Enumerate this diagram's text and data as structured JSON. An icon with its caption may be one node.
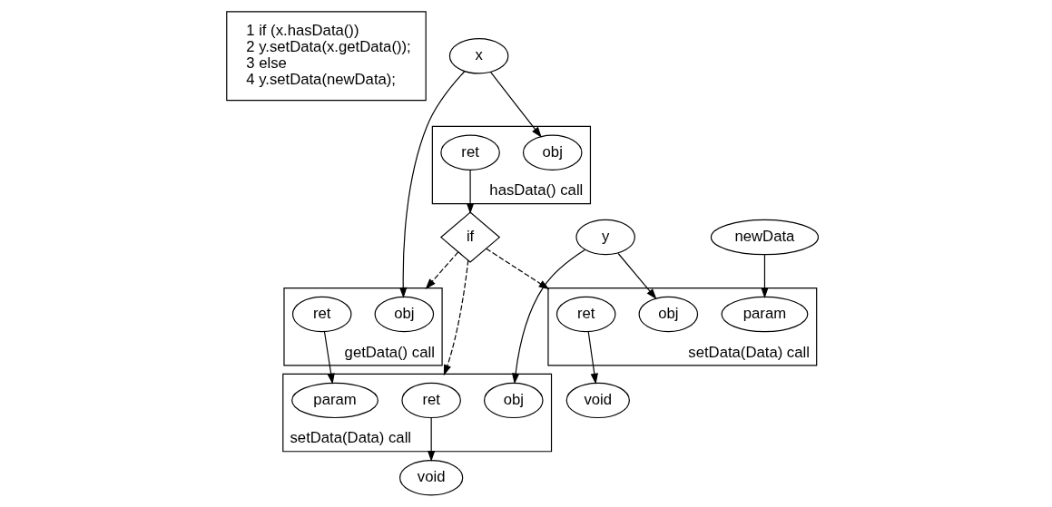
{
  "diagram": {
    "nodes": [
      {
        "text": [
          "1 if (x.hasData())",
          "2 y.setData(x.getData());",
          "3 else",
          "4 y.setData(newData);"
        ]
      },
      {
        "text": [
          "hasData() call"
        ]
      },
      {
        "text": [
          "ret"
        ],
        "in": 1
      },
      {
        "text": [
          "obj"
        ],
        "in": 1
      },
      {
        "text": [
          "x"
        ]
      },
      {
        "text": [
          "if"
        ]
      },
      {
        "text": [
          "getData() call"
        ]
      },
      {
        "text": [
          "ret"
        ],
        "in": 6
      },
      {
        "text": [
          "obj"
        ],
        "in": 6
      },
      {
        "text": [
          "newData"
        ]
      },
      {
        "text": [
          "y"
        ]
      },
      {
        "text": [
          "setData(Data) call"
        ]
      },
      {
        "text": [
          "param"
        ],
        "in": 11
      },
      {
        "text": [
          "ret"
        ],
        "in": 11
      },
      {
        "text": [
          "obj"
        ],
        "in": 11
      },
      {
        "text": [
          "setData(Data) call"
        ]
      },
      {
        "text": [
          "obj"
        ],
        "in": 15
      },
      {
        "text": [
          "ret"
        ],
        "in": 15
      },
      {
        "text": [
          "param"
        ],
        "in": 15
      },
      {
        "text": [
          "void"
        ]
      },
      {
        "text": [
          "void"
        ]
      }
    ],
    "edges": [
      {
        "from": 4,
        "to": 3,
        "arrow": "to"
      },
      {
        "from": 4,
        "to": 8,
        "arrow": "to"
      },
      {
        "from": 2,
        "to": 5,
        "arrow": "to"
      },
      {
        "from": 5,
        "to": 11,
        "arrow": "to",
        "style": "dashed"
      },
      {
        "from": 5,
        "to": 15,
        "arrow": "to",
        "style": "dashed"
      },
      {
        "from": 5,
        "to": 6,
        "arrow": "to",
        "style": "dashed"
      },
      {
        "from": 9,
        "to": 12,
        "arrow": "to"
      },
      {
        "from": 10,
        "to": 14,
        "arrow": "to"
      },
      {
        "from": 10,
        "to": 16,
        "arrow": "to"
      },
      {
        "from": 7,
        "to": 18,
        "arrow": "to"
      },
      {
        "from": 13,
        "to": 19,
        "arrow": "to"
      },
      {
        "from": 17,
        "to": 20,
        "arrow": "to"
      }
    ]
  }
}
